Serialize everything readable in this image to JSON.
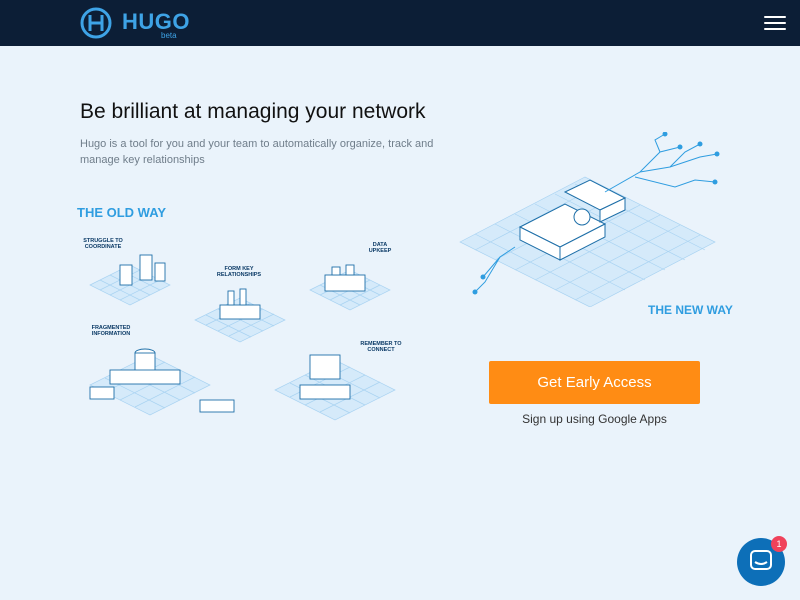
{
  "header": {
    "logo_text": "HUGO",
    "logo_badge": "beta"
  },
  "hero": {
    "headline": "Be brilliant at managing your network",
    "subtitle": "Hugo is a tool for you and your team to automatically organize, track and manage key relationships"
  },
  "illustration": {
    "old_way_label": "THE OLD WAY",
    "new_way_label": "THE NEW WAY",
    "callouts": [
      "STRUGGLE TO COORDINATE",
      "FORM KEY RELATIONSHIPS",
      "DATA UPKEEP",
      "FRAGMENTED INFORMATION",
      "REMEMBER TO CONNECT"
    ]
  },
  "cta": {
    "button_label": "Get Early Access",
    "google_link": "Sign up using Google Apps"
  },
  "chat": {
    "badge_count": "1"
  },
  "colors": {
    "nav_bg": "#0c1e36",
    "page_bg": "#eaf3fb",
    "brand_blue": "#3ea3e6",
    "cta_orange": "#ff8c14",
    "chat_blue": "#0d6fb8",
    "badge_red": "#f0425b"
  }
}
